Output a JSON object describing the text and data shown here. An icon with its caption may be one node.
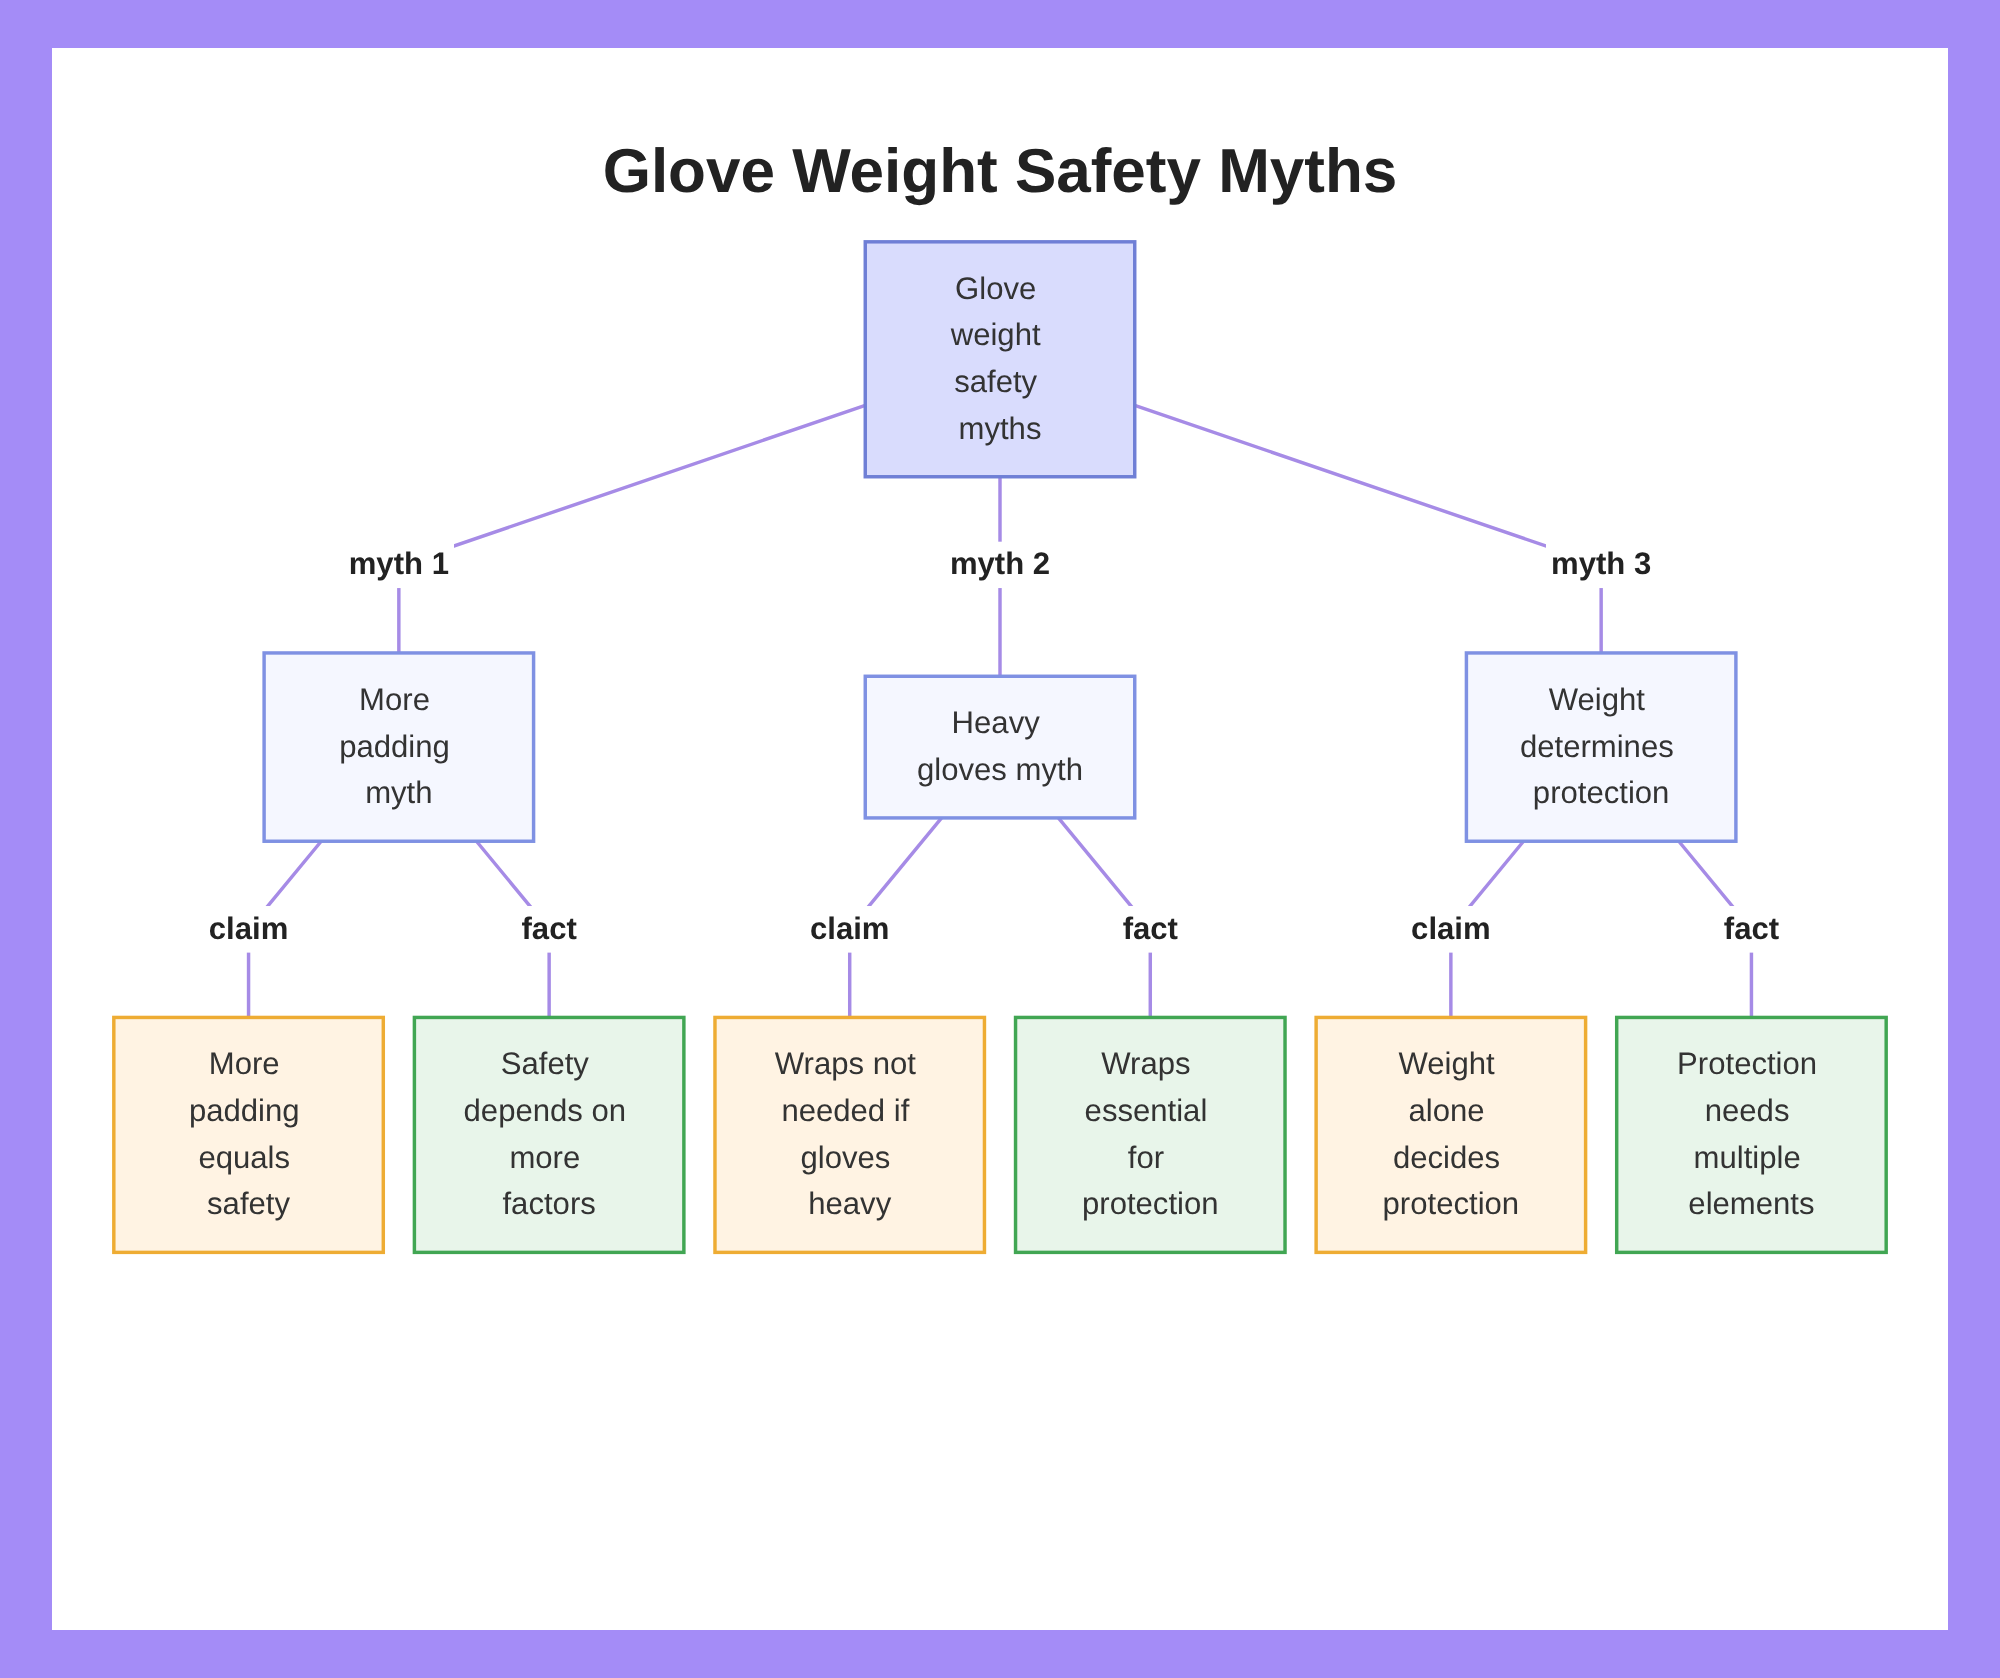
{
  "diagram": {
    "title": "Glove Weight Safety Myths",
    "nodes": [
      {
        "text": [
          "Glove weight safety myths"
        ]
      },
      {
        "text": [
          "More padding myth"
        ]
      },
      {
        "text": [
          "Heavy gloves myth"
        ]
      },
      {
        "text": [
          "Weight determines protection"
        ]
      },
      {
        "text": [
          "More padding equals safety"
        ]
      },
      {
        "text": [
          "Safety depends on more factors"
        ]
      },
      {
        "text": [
          "Wraps not needed if gloves heavy"
        ]
      },
      {
        "text": [
          "Wraps essential for protection"
        ]
      },
      {
        "text": [
          "Weight alone decides protection"
        ]
      },
      {
        "text": [
          "Protection needs multiple elements"
        ]
      }
    ],
    "edges": [
      {
        "from": 0,
        "to": 1,
        "arrow": "none",
        "label": "myth 1"
      },
      {
        "from": 0,
        "to": 2,
        "arrow": "none",
        "label": "myth 2"
      },
      {
        "from": 0,
        "to": 3,
        "arrow": "none",
        "label": "myth 3"
      },
      {
        "from": 1,
        "to": 4,
        "arrow": "none",
        "label": "claim"
      },
      {
        "from": 1,
        "to": 5,
        "arrow": "none",
        "label": "fact"
      },
      {
        "from": 2,
        "to": 6,
        "arrow": "none",
        "label": "claim"
      },
      {
        "from": 2,
        "to": 7,
        "arrow": "none",
        "label": "fact"
      },
      {
        "from": 3,
        "to": 8,
        "arrow": "none",
        "label": "claim"
      },
      {
        "from": 3,
        "to": 9,
        "arrow": "none",
        "label": "fact"
      }
    ]
  }
}
